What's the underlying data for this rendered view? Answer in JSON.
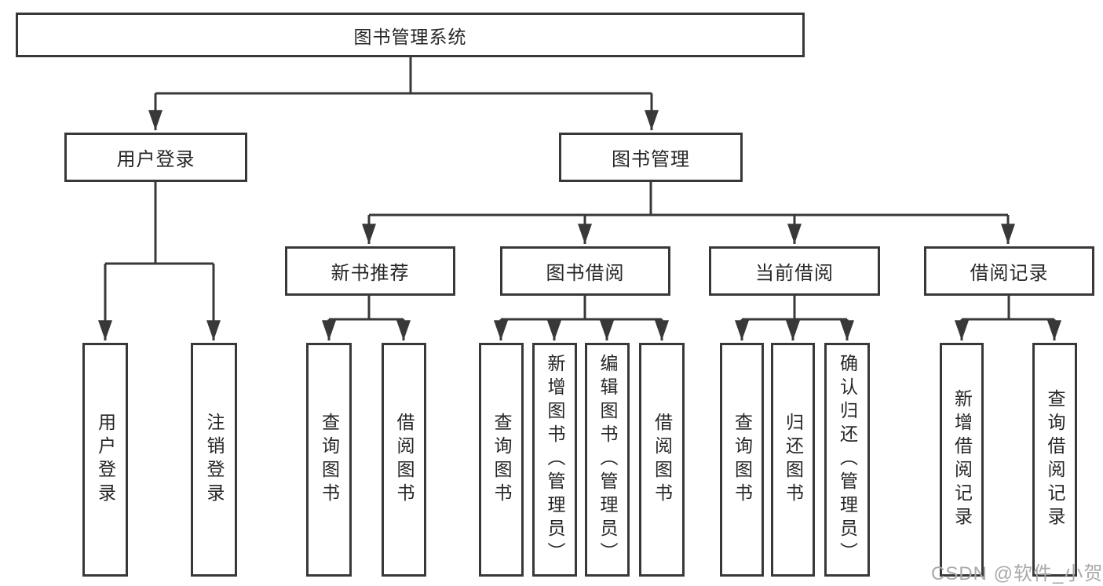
{
  "diagram": {
    "root": {
      "label": "图书管理系统"
    },
    "level2": [
      {
        "label": "用户登录",
        "children": [
          {
            "label": "用户登录"
          },
          {
            "label": "注销登录"
          }
        ]
      },
      {
        "label": "图书管理"
      }
    ],
    "level3": [
      {
        "label": "新书推荐",
        "children": [
          {
            "label": "查询图书"
          },
          {
            "label": "借阅图书"
          }
        ]
      },
      {
        "label": "图书借阅",
        "children": [
          {
            "label": "查询图书"
          },
          {
            "label": "新增图书（管理员）"
          },
          {
            "label": "编辑图书（管理员）"
          },
          {
            "label": "借阅图书"
          }
        ]
      },
      {
        "label": "当前借阅",
        "children": [
          {
            "label": "查询图书"
          },
          {
            "label": "归还图书"
          },
          {
            "label": "确认归还（管理员）"
          }
        ]
      },
      {
        "label": "借阅记录",
        "children": [
          {
            "label": "新增借阅记录"
          },
          {
            "label": "查询借阅记录"
          }
        ]
      }
    ],
    "watermark": "CSDN @软件_小贺同学",
    "colors": {
      "line": "#383838",
      "text": "#262626",
      "background": "#ffffff",
      "watermark": "#a9a9a9"
    }
  }
}
